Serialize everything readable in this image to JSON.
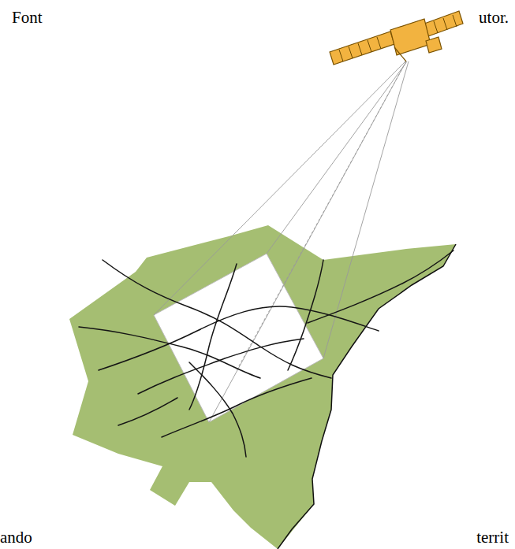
{
  "diagram": {
    "labels": [
      "Font",
      "utor.",
      "ando",
      "territ"
    ]
  }
}
